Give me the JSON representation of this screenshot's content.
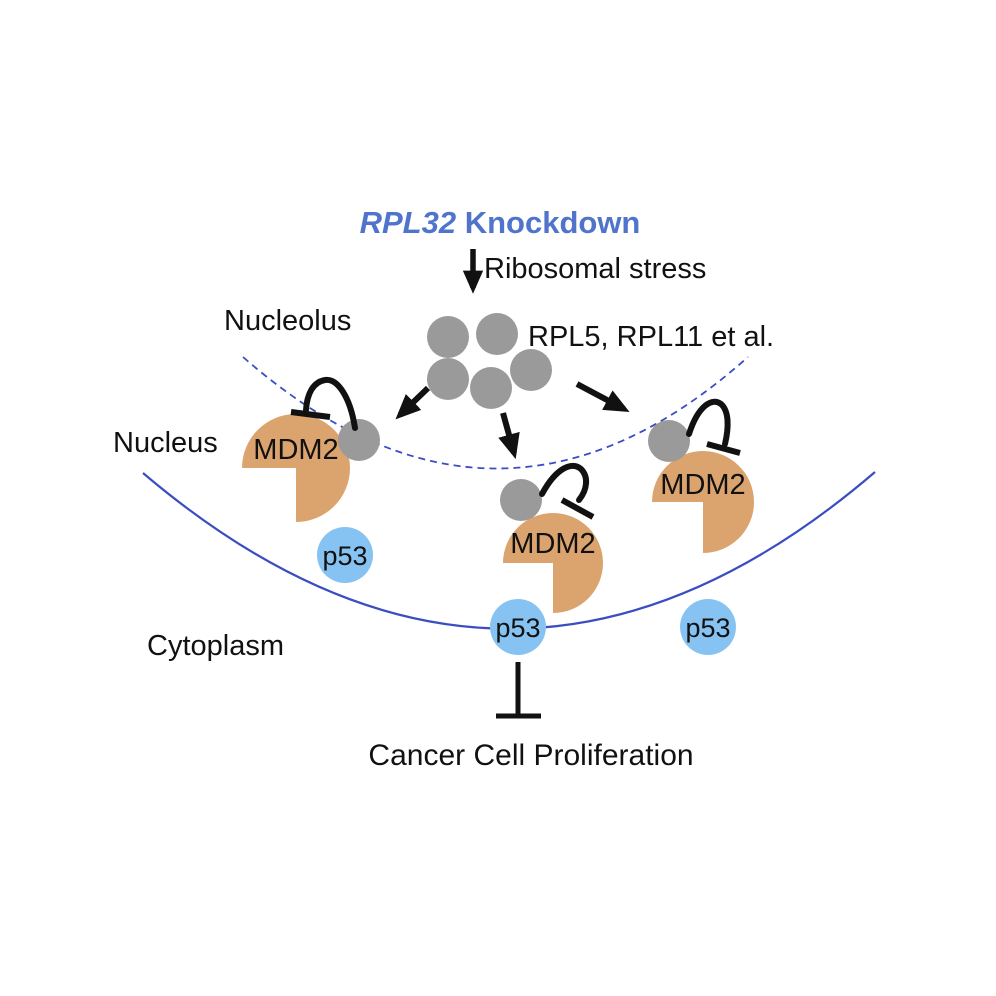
{
  "diagram": {
    "title": {
      "gene": "RPL32",
      "rest": " Knockdown"
    },
    "stress_label": "Ribosomal stress",
    "cluster_label": "RPL5, RPL11 et al.",
    "compartments": {
      "nucleolus": "Nucleolus",
      "nucleus": "Nucleus",
      "cytoplasm": "Cytoplasm"
    },
    "proteins": {
      "mdm2": "MDM2",
      "p53": "p53"
    },
    "outcome_label": "Cancer Cell Proliferation",
    "colors": {
      "title_blue": "#5074cb",
      "membrane_blue": "#3b4ec1",
      "mdm2_tan": "#dba36e",
      "ribosomal_protein_gray": "#9a9a9a",
      "p53_blue": "#87c3f2",
      "ink_black": "#111111",
      "background": "#ffffff"
    }
  }
}
